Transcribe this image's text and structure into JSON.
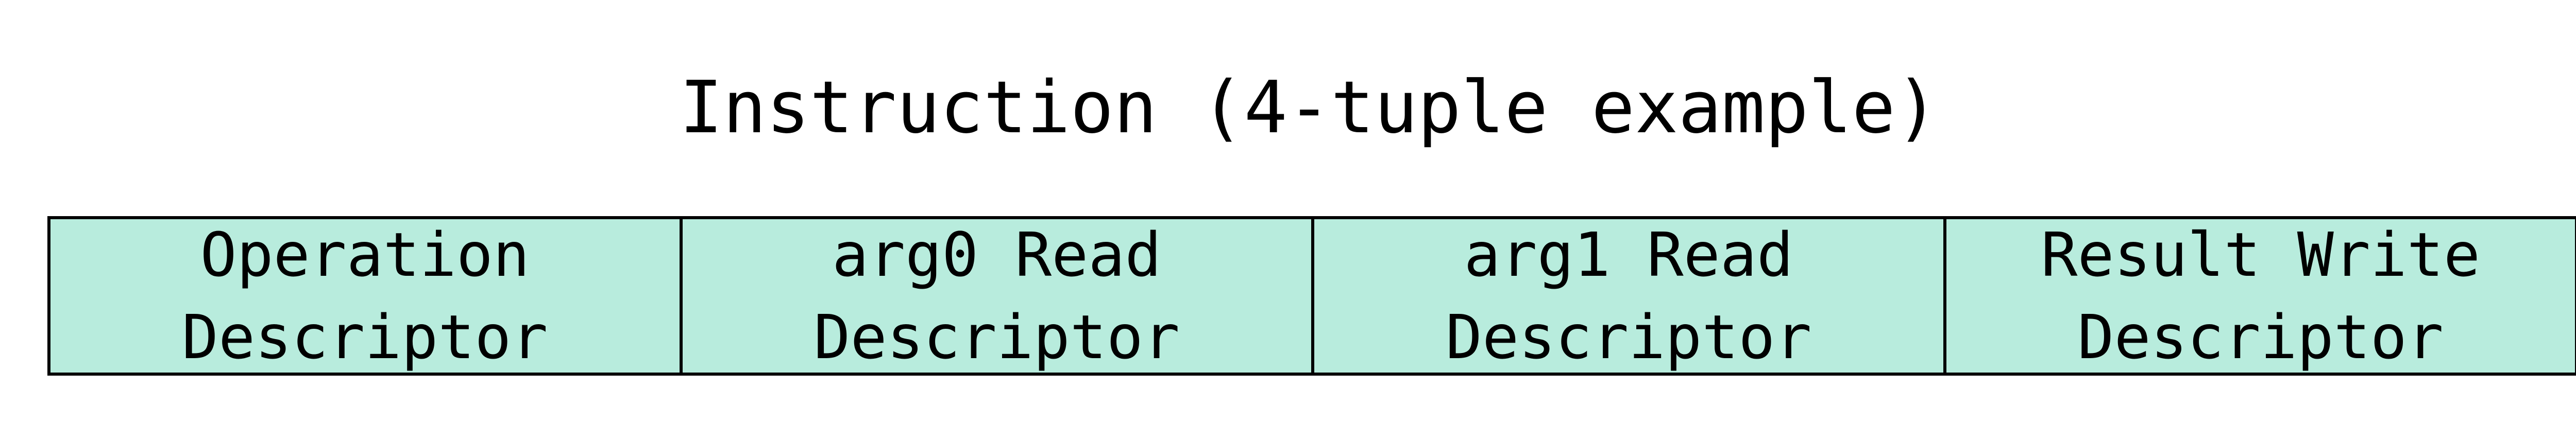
{
  "title": "Instruction (4-tuple example)",
  "fill_color": "#b8ecdd",
  "border_color": "#000000",
  "fields": [
    {
      "line1": "Operation",
      "line2": "Descriptor"
    },
    {
      "line1": "arg0 Read",
      "line2": "Descriptor"
    },
    {
      "line1": "arg1 Read",
      "line2": "Descriptor"
    },
    {
      "line1": "Result Write",
      "line2": "Descriptor"
    }
  ]
}
